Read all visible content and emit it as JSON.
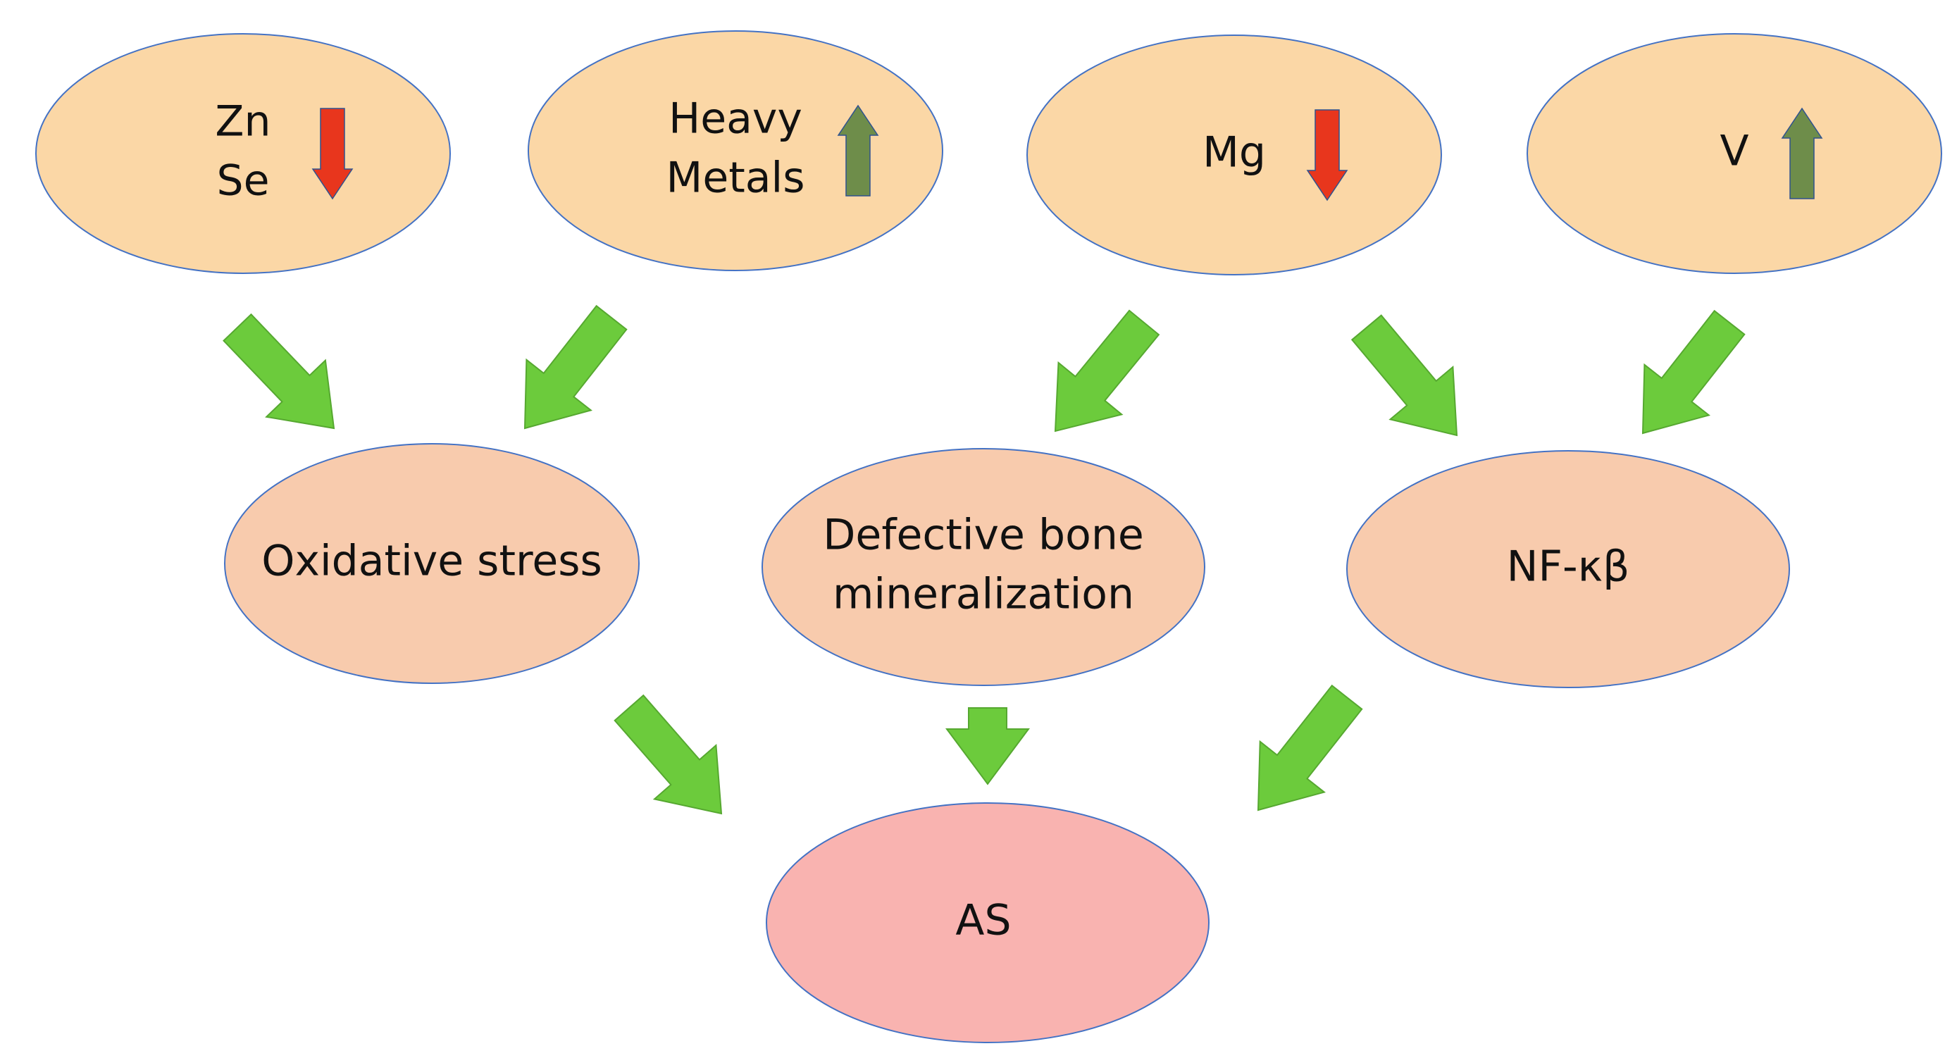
{
  "colors": {
    "input_fill": "#FBD7A6",
    "mid_fill": "#F8CBAD",
    "outcome_fill": "#F9B3B0",
    "ellipse_stroke": "#4472C4",
    "flow_arrow": "#6CCB3C",
    "flow_arrow_stroke": "#56A830",
    "decrease_arrow": "#E8361D",
    "increase_arrow": "#6E8D4A"
  },
  "inputs": [
    {
      "lines": [
        "Zn",
        "Se"
      ],
      "trend": "decrease",
      "trend_icon": "red-down-arrow-icon"
    },
    {
      "lines": [
        "Heavy",
        "Metals"
      ],
      "trend": "increase",
      "trend_icon": "green-up-arrow-icon"
    },
    {
      "lines": [
        "Mg"
      ],
      "trend": "decrease",
      "trend_icon": "red-down-arrow-icon"
    },
    {
      "lines": [
        "V"
      ],
      "trend": "increase",
      "trend_icon": "green-up-arrow-icon"
    }
  ],
  "mechanisms": [
    {
      "lines": [
        "Oxidative stress"
      ]
    },
    {
      "lines": [
        "Defective bone",
        "mineralization"
      ]
    },
    {
      "lines": [
        "NF-κβ"
      ]
    }
  ],
  "outcome": {
    "lines": [
      "AS"
    ]
  },
  "edges": [
    {
      "from": "Zn Se",
      "to": "Oxidative stress"
    },
    {
      "from": "Heavy Metals",
      "to": "Oxidative stress"
    },
    {
      "from": "Mg",
      "to": "Defective bone mineralization"
    },
    {
      "from": "Mg",
      "to": "NF-κβ"
    },
    {
      "from": "V",
      "to": "NF-κβ"
    },
    {
      "from": "Oxidative stress",
      "to": "AS"
    },
    {
      "from": "Defective bone mineralization",
      "to": "AS"
    },
    {
      "from": "NF-κβ",
      "to": "AS"
    }
  ]
}
